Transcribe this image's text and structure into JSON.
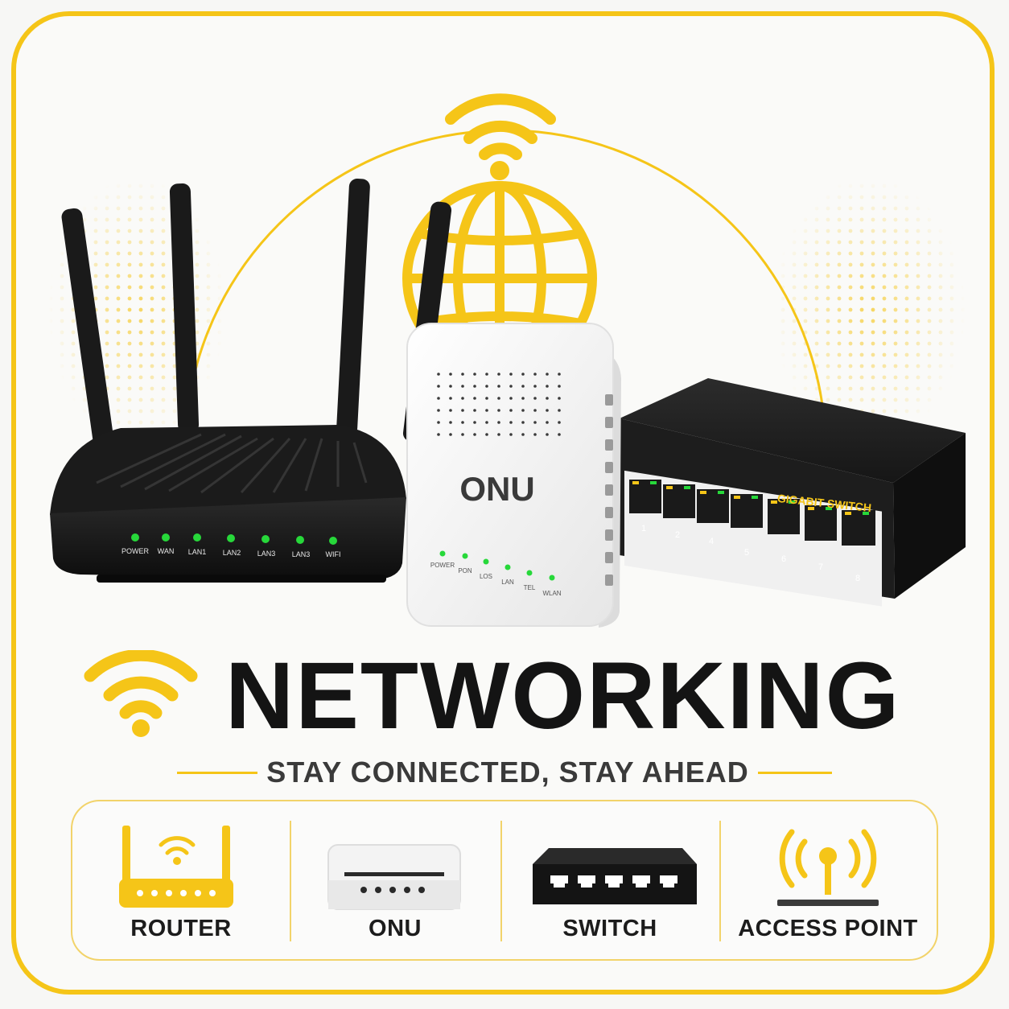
{
  "hero": {
    "onu_label": "ONU",
    "switch_label": "GIGABIT SWITCH",
    "router_leds": [
      "POWER",
      "WAN",
      "LAN1",
      "LAN2",
      "LAN3",
      "LAN3",
      "WIFI"
    ],
    "onu_leds": [
      "POWER",
      "PON",
      "LOS",
      "LAN",
      "TEL",
      "WLAN"
    ],
    "switch_ports": [
      "1",
      "2",
      "4",
      "5",
      "6",
      "7",
      "8"
    ]
  },
  "title": "NETWORKING",
  "tagline": "STAY CONNECTED, STAY AHEAD",
  "categories": [
    {
      "label": "ROUTER",
      "icon": "router-icon"
    },
    {
      "label": "ONU",
      "icon": "onu-icon"
    },
    {
      "label": "SWITCH",
      "icon": "switch-icon"
    },
    {
      "label": "ACCESS POINT",
      "icon": "access-point-icon"
    }
  ],
  "colors": {
    "accent": "#f5c518",
    "dark": "#141414",
    "led_green": "#27d83a"
  }
}
